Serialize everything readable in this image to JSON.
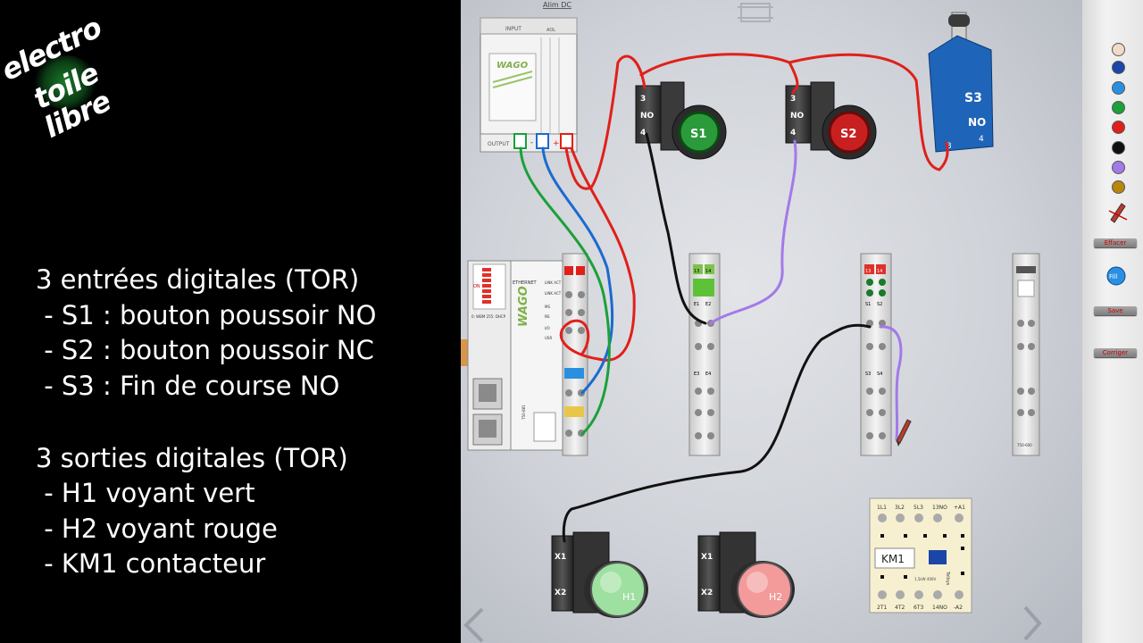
{
  "logo": {
    "line1": "electro",
    "line2": "toile",
    "line3": "libre"
  },
  "description": {
    "inputs_title": "3 entrées digitales (TOR)",
    "inputs": [
      " - S1 : bouton poussoir NO",
      " - S2 : bouton poussoir NC",
      " - S3 : Fin de course NO"
    ],
    "outputs_title": "3 sorties digitales (TOR)",
    "outputs": [
      " - H1 voyant vert",
      " - H2 voyant rouge",
      " - KM1 contacteur"
    ]
  },
  "power_supply": {
    "title": "Alim DC",
    "input": "INPUT",
    "output": "OUTPUT",
    "brand": "WAGO",
    "ok": "AOL",
    "minus": "-",
    "plus": "+"
  },
  "controller": {
    "label": "ETHERNET",
    "leds": [
      "LINK ACT 1",
      "LINK ACT 2",
      "MS",
      "NS",
      "I/O",
      "USR"
    ],
    "model": "750-881",
    "dip": "0: WBM 255: DHCP",
    "on": "ON"
  },
  "modules": [
    {
      "terms": [
        "13",
        "14",
        "E1",
        "E2",
        "E3",
        "E4"
      ]
    },
    {
      "terms": [
        "13",
        "14",
        "S1",
        "S2",
        "S3",
        "S4"
      ]
    },
    {
      "model": "750-600"
    }
  ],
  "switches": [
    {
      "name": "S1",
      "t1": "3",
      "mode": "NO",
      "t2": "4",
      "color": "#2a9a3a"
    },
    {
      "name": "S2",
      "t1": "3",
      "mode": "NO",
      "t2": "4",
      "color": "#c82020"
    },
    {
      "name": "S3",
      "t1": "3",
      "mode": "NO",
      "t2": "4",
      "color": "#1e64b8"
    }
  ],
  "lamps": [
    {
      "name": "H1",
      "x1": "X1",
      "x2": "X2",
      "color": "#9ee0a0"
    },
    {
      "name": "H2",
      "x1": "X1",
      "x2": "X2",
      "color": "#f39a9a"
    }
  ],
  "contactor": {
    "label": "KM1",
    "top": [
      "1L1",
      "3L2",
      "5L3",
      "13NO",
      "+A1"
    ],
    "bottom": [
      "2T1",
      "4T2",
      "6T3",
      "14NO",
      "-A2"
    ],
    "rating": "1,5kW 400V",
    "brand": "Telbys"
  },
  "palette": [
    "#f3d9c7",
    "#1b46a8",
    "#2a8fe0",
    "#1ca03a",
    "#e0201a",
    "#101010",
    "#a27ae8",
    "#b8860b"
  ],
  "sidebar": {
    "erase": "Effacer",
    "fill": "Fill",
    "save": "Save",
    "fix": "Corriger"
  },
  "icons": {
    "pencil": "pencil-icon",
    "prev": "prev-arrow-icon",
    "next": "next-arrow-icon"
  }
}
